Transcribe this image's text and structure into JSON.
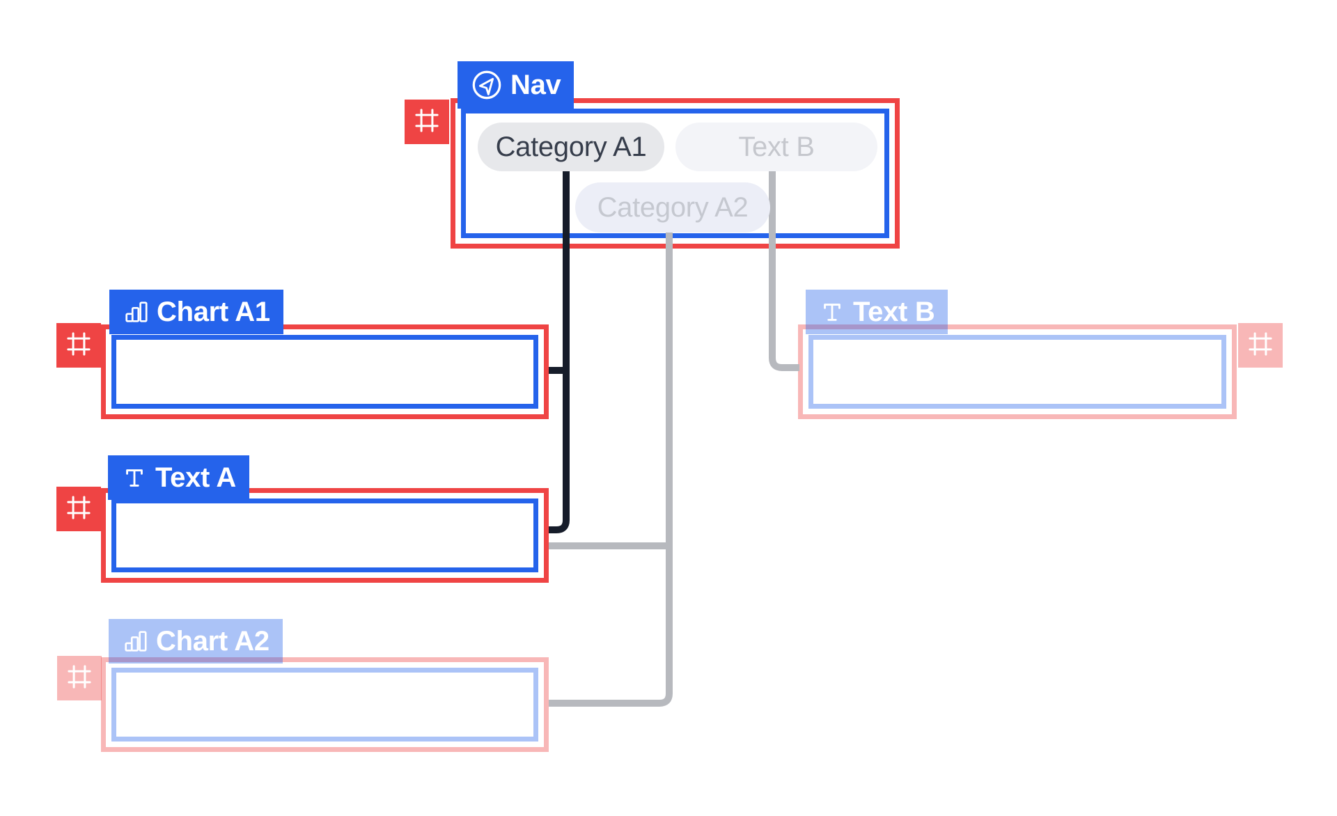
{
  "canvas": {
    "background": "#ffffff"
  },
  "palette": {
    "blue": "#2563eb",
    "red": "#ef4444",
    "dark_line": "#161c2a",
    "gray_line": "#b7b9be",
    "pill_primary_bg": "#e7e8eb",
    "pill_primary_text": "#363d4b",
    "pill_muted_bg": "#f3f4f8",
    "pill_muted_text": "#c5c7cd",
    "pill_soft_bg": "#eceef7",
    "pill_soft_text": "#c5c8d0"
  },
  "nodes": {
    "nav": {
      "label": "Nav",
      "icon": "navigation-icon",
      "state": "active",
      "pills": [
        {
          "label": "Category A1",
          "state": "primary"
        },
        {
          "label": "Text B",
          "state": "muted"
        },
        {
          "label": "Category A2",
          "state": "soft"
        }
      ]
    },
    "chart_a1": {
      "label": "Chart A1",
      "icon": "bar-chart-icon",
      "state": "active"
    },
    "text_a": {
      "label": "Text A",
      "icon": "text-icon",
      "state": "active"
    },
    "chart_a2": {
      "label": "Chart A2",
      "icon": "bar-chart-icon",
      "state": "faded"
    },
    "text_b": {
      "label": "Text B",
      "icon": "text-icon",
      "state": "faded"
    }
  },
  "connections": [
    {
      "from": "nav / Category A1",
      "to": "chart_a1",
      "style": "dark"
    },
    {
      "from": "nav / Category A1",
      "to": "text_a",
      "style": "dark"
    },
    {
      "from": "nav / Category A2",
      "to": "text_a",
      "style": "gray"
    },
    {
      "from": "nav / Category A2",
      "to": "chart_a2",
      "style": "gray"
    },
    {
      "from": "nav / Text B",
      "to": "text_b",
      "style": "gray"
    }
  ]
}
